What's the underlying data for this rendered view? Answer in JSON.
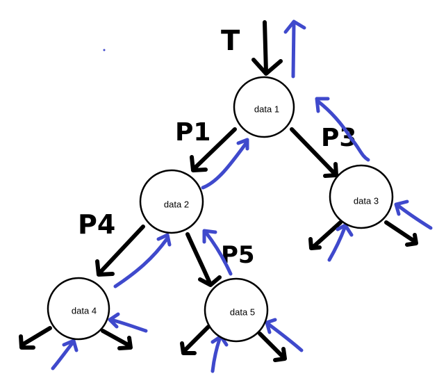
{
  "diagram": {
    "nodes": [
      {
        "id": "n1",
        "label": "data 1"
      },
      {
        "id": "n2",
        "label": "data 2"
      },
      {
        "id": "n3",
        "label": "data 3"
      },
      {
        "id": "n4",
        "label": "data 4"
      },
      {
        "id": "n5",
        "label": "data 5"
      }
    ],
    "pointer_labels": {
      "root": "T",
      "p1": "P1",
      "p3": "P3",
      "p4": "P4",
      "p5": "P5"
    },
    "colors": {
      "black_arrows": "#000000",
      "blue_arrows": "#3f49cc"
    }
  }
}
